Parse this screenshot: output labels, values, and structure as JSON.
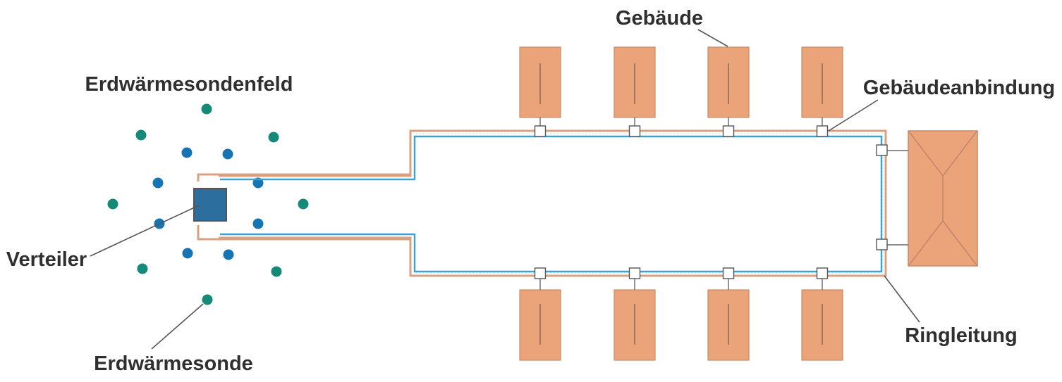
{
  "labels": {
    "gebaeude": "Gebäude",
    "gebaeudeanbindung": "Gebäudeanbindung",
    "erdwaermesondenfeld": "Erdwärmesondenfeld",
    "verteiler": "Verteiler",
    "ringleitung": "Ringleitung",
    "erdwaermesonde": "Erdwärmesonde"
  },
  "colors": {
    "building": "#eba479",
    "building_stroke": "#c98a64",
    "distributor": "#2c6f9e",
    "probe_teal": "#168a78",
    "probe_blue": "#1774b4",
    "pipe_outer": "#d9a184",
    "pipe_inner": "#3aa2d6"
  },
  "icons": {
    "building": "building-rectangle-icon",
    "large_building": "large-building-envelope-icon",
    "connection": "connection-node-icon",
    "probe": "geothermal-probe-dot-icon",
    "distributor": "distributor-box-icon"
  }
}
